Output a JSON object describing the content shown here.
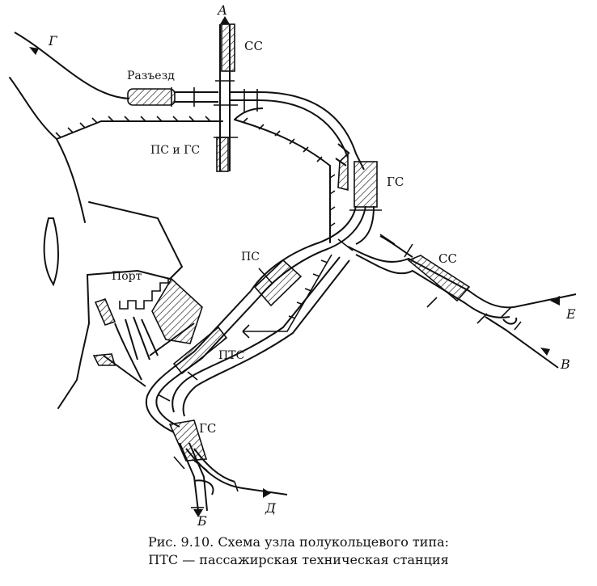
{
  "labels": {
    "A": "А",
    "B": "Б",
    "V": "В",
    "G": "Г",
    "D": "Д",
    "E": "Е",
    "cc_top": "СС",
    "razezd": "Разъезд",
    "ps_gs": "ПС и ГС",
    "gs_right": "ГС",
    "ps": "ПС",
    "cc_right": "СС",
    "port": "Порт",
    "pts": "ПТС",
    "gs_bottom": "ГС"
  },
  "caption": {
    "line1": "Рис. 9.10. Схема узла полукольцевого типа:",
    "line2": "ПТС — пассажирская техническая станция"
  }
}
